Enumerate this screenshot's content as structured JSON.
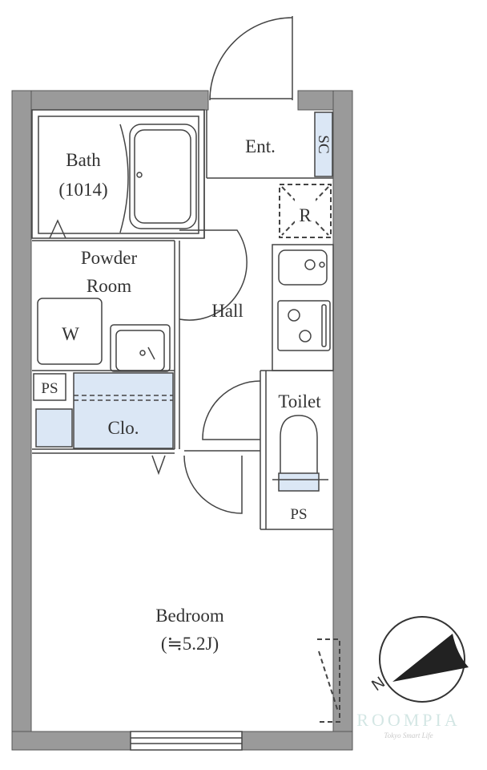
{
  "rooms": {
    "bath": "Bath",
    "bath_size": "(1014)",
    "entrance": "Ent.",
    "shoe_closet": "SC",
    "refrigerator": "R",
    "powder_room_1": "Powder",
    "powder_room_2": "Room",
    "washer": "W",
    "hall": "Hall",
    "pipe_space_left": "PS",
    "closet": "Clo.",
    "toilet": "Toilet",
    "pipe_space_right": "PS",
    "bedroom": "Bedroom",
    "bedroom_size": "(≒5.2J)"
  },
  "compass": {
    "north_label": "N"
  },
  "watermark": {
    "brand": "ROOMPIA",
    "tagline": "Tokyo Smart Life"
  },
  "colors": {
    "wall": "#9a9a9a",
    "storage": "#dbe7f5"
  }
}
